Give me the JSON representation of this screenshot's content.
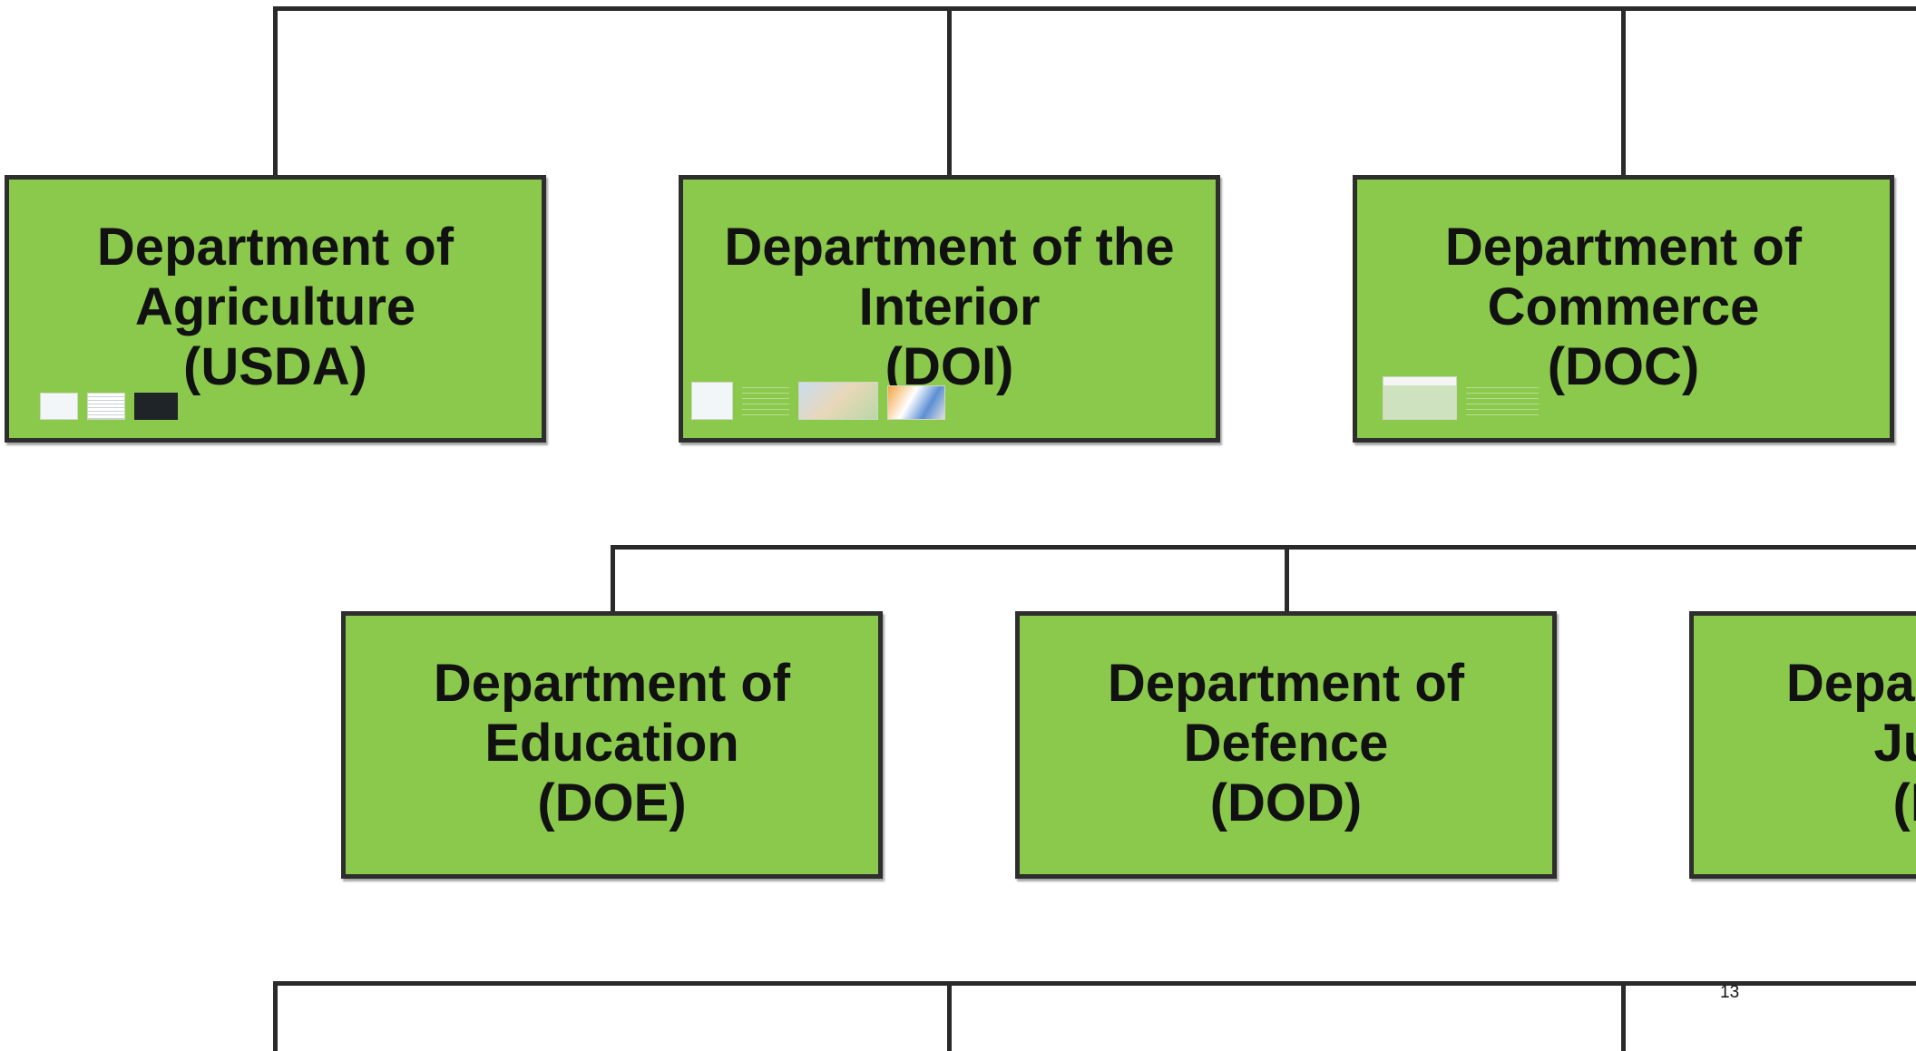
{
  "departments": [
    {
      "id": "usda",
      "lines": [
        "Department of",
        "Agriculture",
        "(USDA)"
      ]
    },
    {
      "id": "doi",
      "lines": [
        "Department of the",
        "Interior",
        "(DOI)"
      ]
    },
    {
      "id": "doc",
      "lines": [
        "Department of",
        "Commerce",
        "(DOC)"
      ]
    },
    {
      "id": "doe",
      "lines": [
        "Department of",
        "Education",
        "(DOE)"
      ]
    },
    {
      "id": "dod",
      "lines": [
        "Department of",
        "Defence",
        "(DOD)"
      ]
    },
    {
      "id": "doj",
      "lines": [
        "Department of",
        "Justice",
        "(DOJ)"
      ]
    }
  ],
  "page_number": "13",
  "colors": {
    "box_fill": "#8bc94d",
    "box_border": "#2e2e2e",
    "connector": "#2a2a2a",
    "text": "#111111",
    "background": "#ffffff"
  }
}
